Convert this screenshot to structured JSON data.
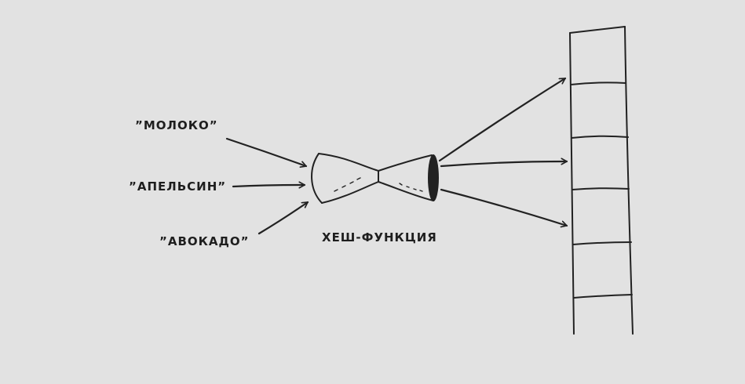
{
  "inputs": [
    "”МОЛОКО”",
    "”АПЕЛЬСИН”",
    "”АВОКАДО”"
  ],
  "function_label": "ХЕШ-ФУНКЦИЯ",
  "colors": {
    "background": "#e2e2e2",
    "ink": "#222222"
  }
}
